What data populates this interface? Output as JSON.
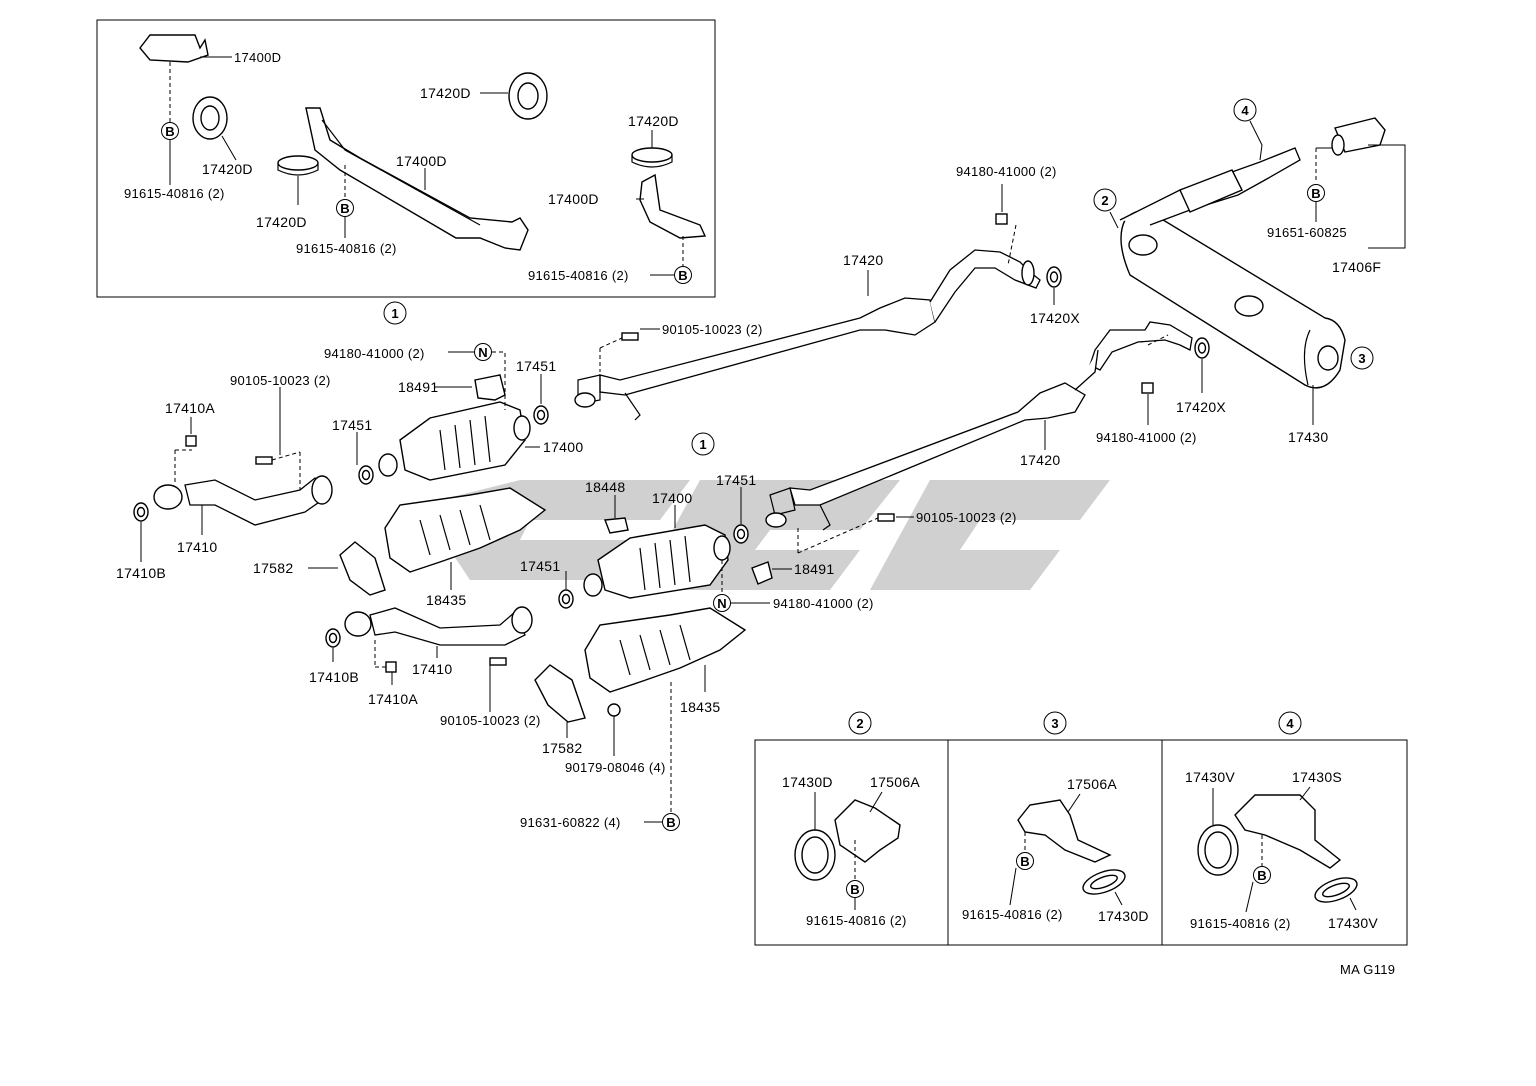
{
  "diagram_id": "MA G119",
  "callouts": [
    "1",
    "2",
    "3",
    "4"
  ],
  "symbols": {
    "bolt": "B",
    "nut": "N"
  },
  "labels": {
    "inset1_17400D_top": "17400D",
    "inset1_17420D_a": "17420D",
    "inset1_17420D_b": "17420D",
    "inset1_17420D_c": "17420D",
    "inset1_17420D_d": "17420D",
    "inset1_17400D_mid": "17400D",
    "inset1_17400D_right": "17400D",
    "inset1_91615_a": "91615-40816 (2)",
    "inset1_91615_b": "91615-40816 (2)",
    "inset1_91615_c": "91615-40816 (2)",
    "p_94180_top": "94180-41000 (2)",
    "p_17420_upper": "17420",
    "p_17420X_upper": "17420X",
    "p_90105_upper": "90105-10023 (2)",
    "p_94180_left": "94180-41000 (2)",
    "p_17451_a": "17451",
    "p_18491_a": "18491",
    "p_90105_left": "90105-10023 (2)",
    "p_17410A_a": "17410A",
    "p_17451_b": "17451",
    "p_17400_a": "17400",
    "p_17410_a": "17410",
    "p_17410B_a": "17410B",
    "p_17582_a": "17582",
    "p_18435_a": "18435",
    "p_18448": "18448",
    "p_17400_b": "17400",
    "p_17451_c": "17451",
    "p_17451_d": "17451",
    "p_18491_b": "18491",
    "p_94180_mid": "94180-41000 (2)",
    "p_17410B_b": "17410B",
    "p_17410_b": "17410",
    "p_17410A_b": "17410A",
    "p_90105_low": "90105-10023 (2)",
    "p_17582_b": "17582",
    "p_18435_b": "18435",
    "p_90179": "90179-08046 (4)",
    "p_91631": "91631-60822 (4)",
    "p_17420_lower": "17420",
    "p_90105_right": "90105-10023 (2)",
    "p_94180_right": "94180-41000 (2)",
    "p_17420X_lower": "17420X",
    "p_17430": "17430",
    "p_91651": "91651-60825",
    "p_17406F": "17406F",
    "box2_17430D_a": "17430D",
    "box2_17506A": "17506A",
    "box2_91615": "91615-40816 (2)",
    "box3_17506A": "17506A",
    "box3_91615": "91615-40816 (2)",
    "box3_17430D": "17430D",
    "box4_17430V_a": "17430V",
    "box4_17430S": "17430S",
    "box4_91615": "91615-40816 (2)",
    "box4_17430V_b": "17430V"
  },
  "colors": {
    "line": "#000000",
    "background": "#ffffff",
    "watermark": "#c8c8c8"
  }
}
